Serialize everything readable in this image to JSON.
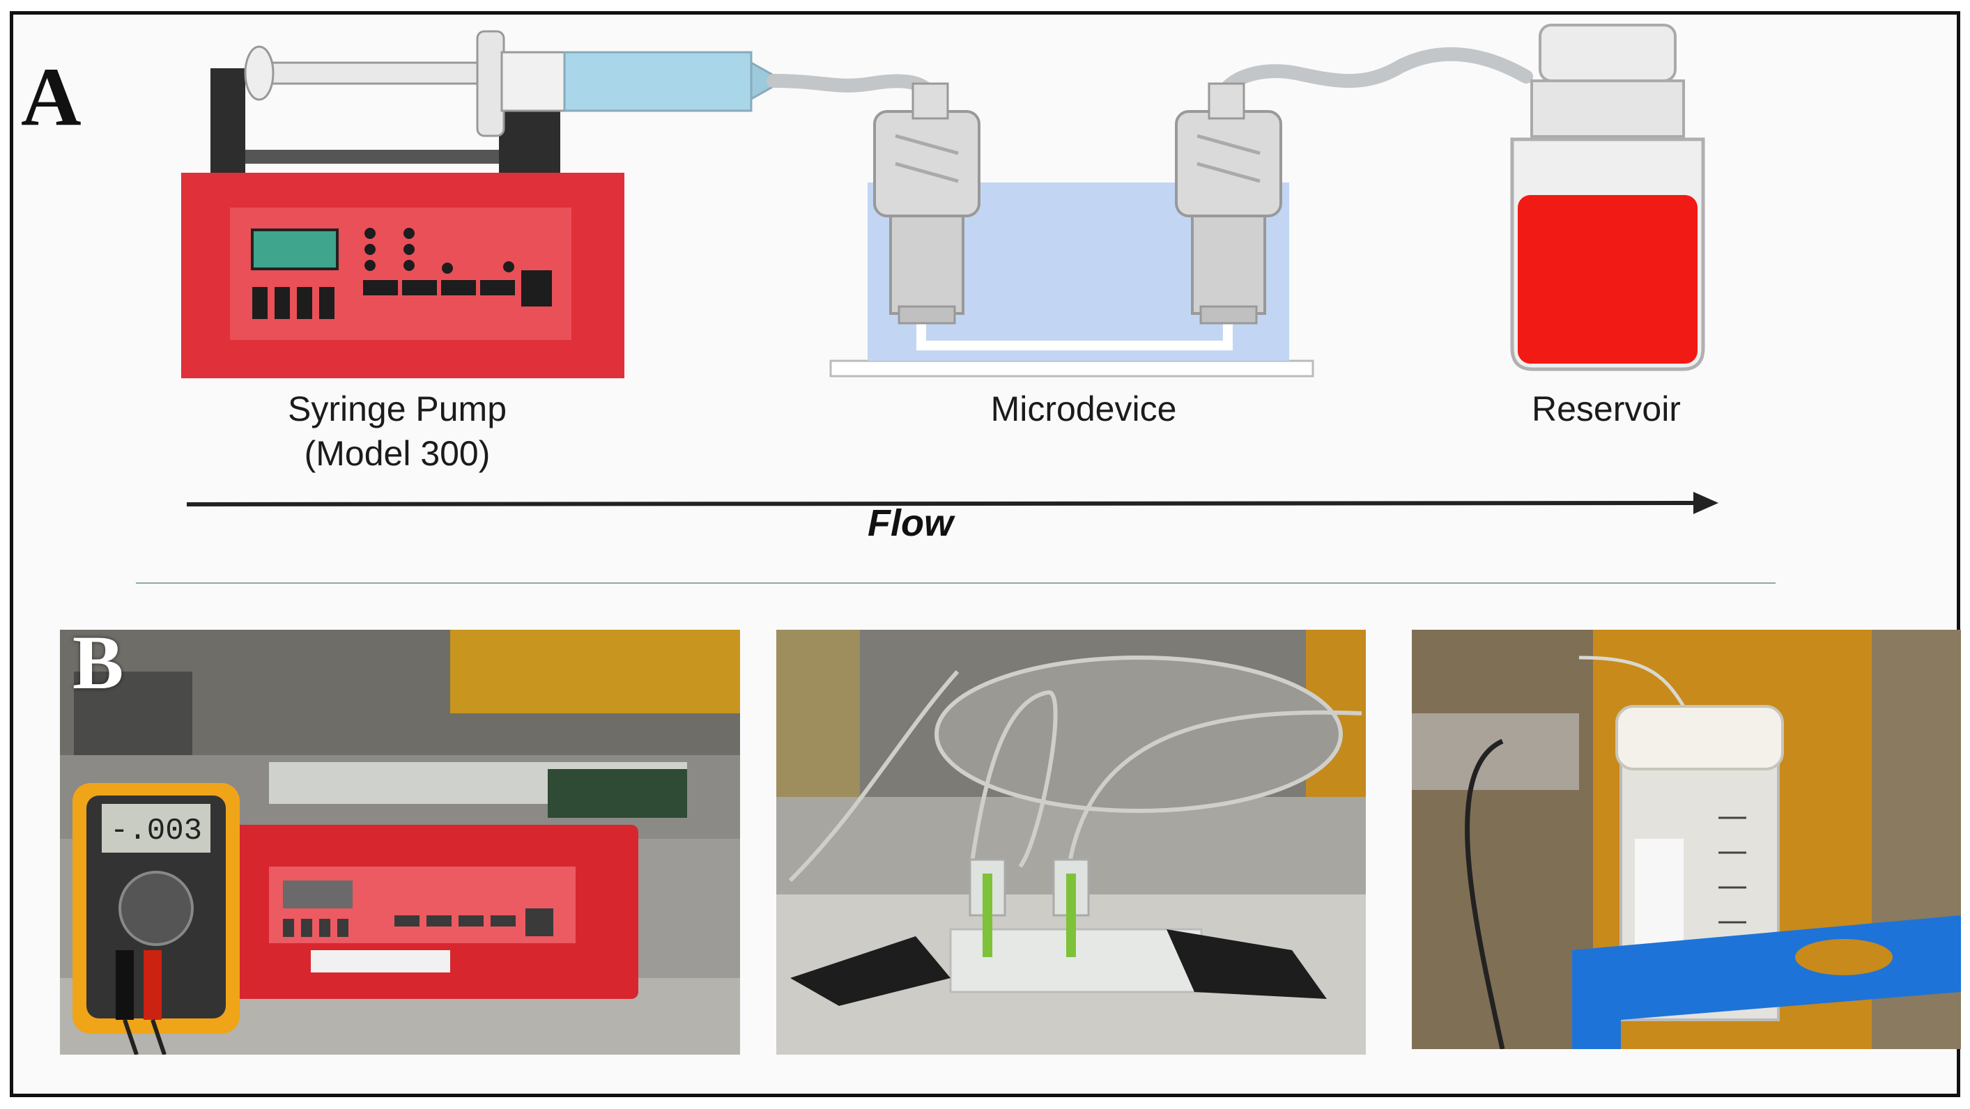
{
  "panel_a": {
    "letter": "A",
    "labels": {
      "pump_line1": "Syringe Pump",
      "pump_line2": "(Model 300)",
      "device": "Microdevice",
      "reservoir": "Reservoir"
    },
    "flow": "Flow"
  },
  "panel_b": {
    "letter": "B",
    "meter_reading": "-.003"
  },
  "colors": {
    "pump_red": "#e0303a",
    "display_teal": "#3fa58c",
    "chip_blue": "#c2d6f3",
    "reservoir_red": "#f21a14",
    "liquid_blue": "#a9d6e8",
    "rack_blue": "#1e73d8",
    "wall_orange": "#c88a1a"
  }
}
